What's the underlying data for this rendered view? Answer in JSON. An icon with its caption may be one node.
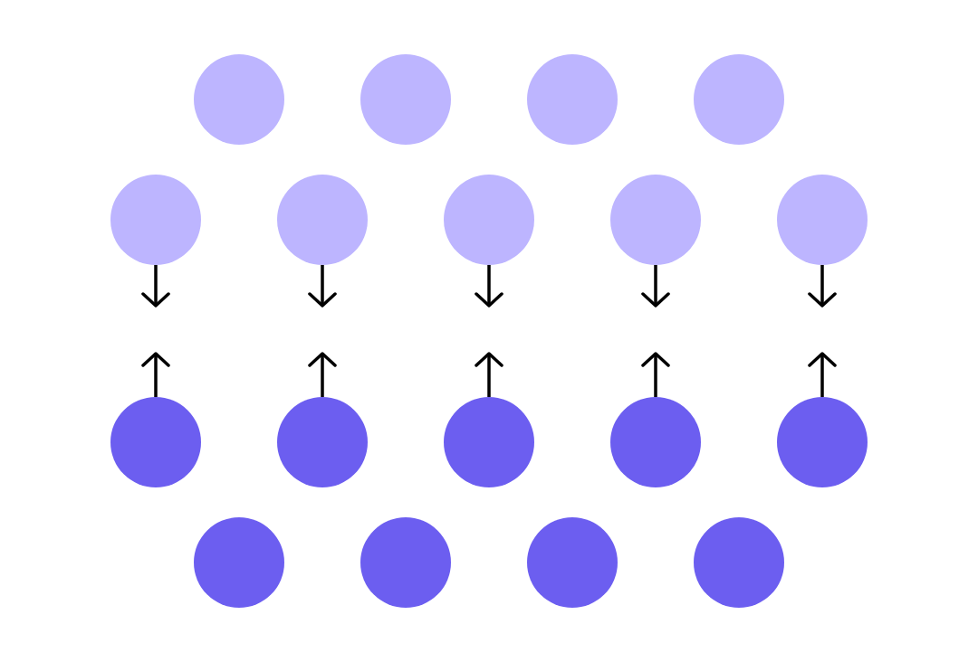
{
  "diagram": {
    "nodes": [
      {
        "text": [],
        "shape": "circle"
      },
      {
        "text": [],
        "shape": "circle"
      },
      {
        "text": [],
        "shape": "circle"
      },
      {
        "text": [],
        "shape": "circle"
      },
      {
        "text": [],
        "shape": "circle"
      },
      {
        "text": [],
        "shape": "circle"
      },
      {
        "text": [],
        "shape": "circle"
      },
      {
        "text": [],
        "shape": "circle"
      },
      {
        "text": [],
        "shape": "circle"
      },
      {
        "text": [],
        "shape": "circle"
      },
      {
        "text": [],
        "shape": "circle"
      },
      {
        "text": [],
        "shape": "circle"
      },
      {
        "text": [],
        "shape": "circle"
      },
      {
        "text": [],
        "shape": "circle"
      },
      {
        "text": [],
        "shape": "circle"
      },
      {
        "text": [],
        "shape": "circle"
      },
      {
        "text": [],
        "shape": "circle"
      },
      {
        "text": [],
        "shape": "circle"
      }
    ],
    "edges": [
      {
        "from": 4,
        "to": null,
        "arrow": "to"
      },
      {
        "from": 5,
        "to": null,
        "arrow": "to"
      },
      {
        "from": 6,
        "to": null,
        "arrow": "to"
      },
      {
        "from": 7,
        "to": null,
        "arrow": "to"
      },
      {
        "from": 8,
        "to": null,
        "arrow": "to"
      },
      {
        "from": 9,
        "to": null,
        "arrow": "to"
      },
      {
        "from": 10,
        "to": null,
        "arrow": "to"
      },
      {
        "from": 11,
        "to": null,
        "arrow": "to"
      },
      {
        "from": 12,
        "to": null,
        "arrow": "to"
      },
      {
        "from": 13,
        "to": null,
        "arrow": "to"
      }
    ]
  }
}
